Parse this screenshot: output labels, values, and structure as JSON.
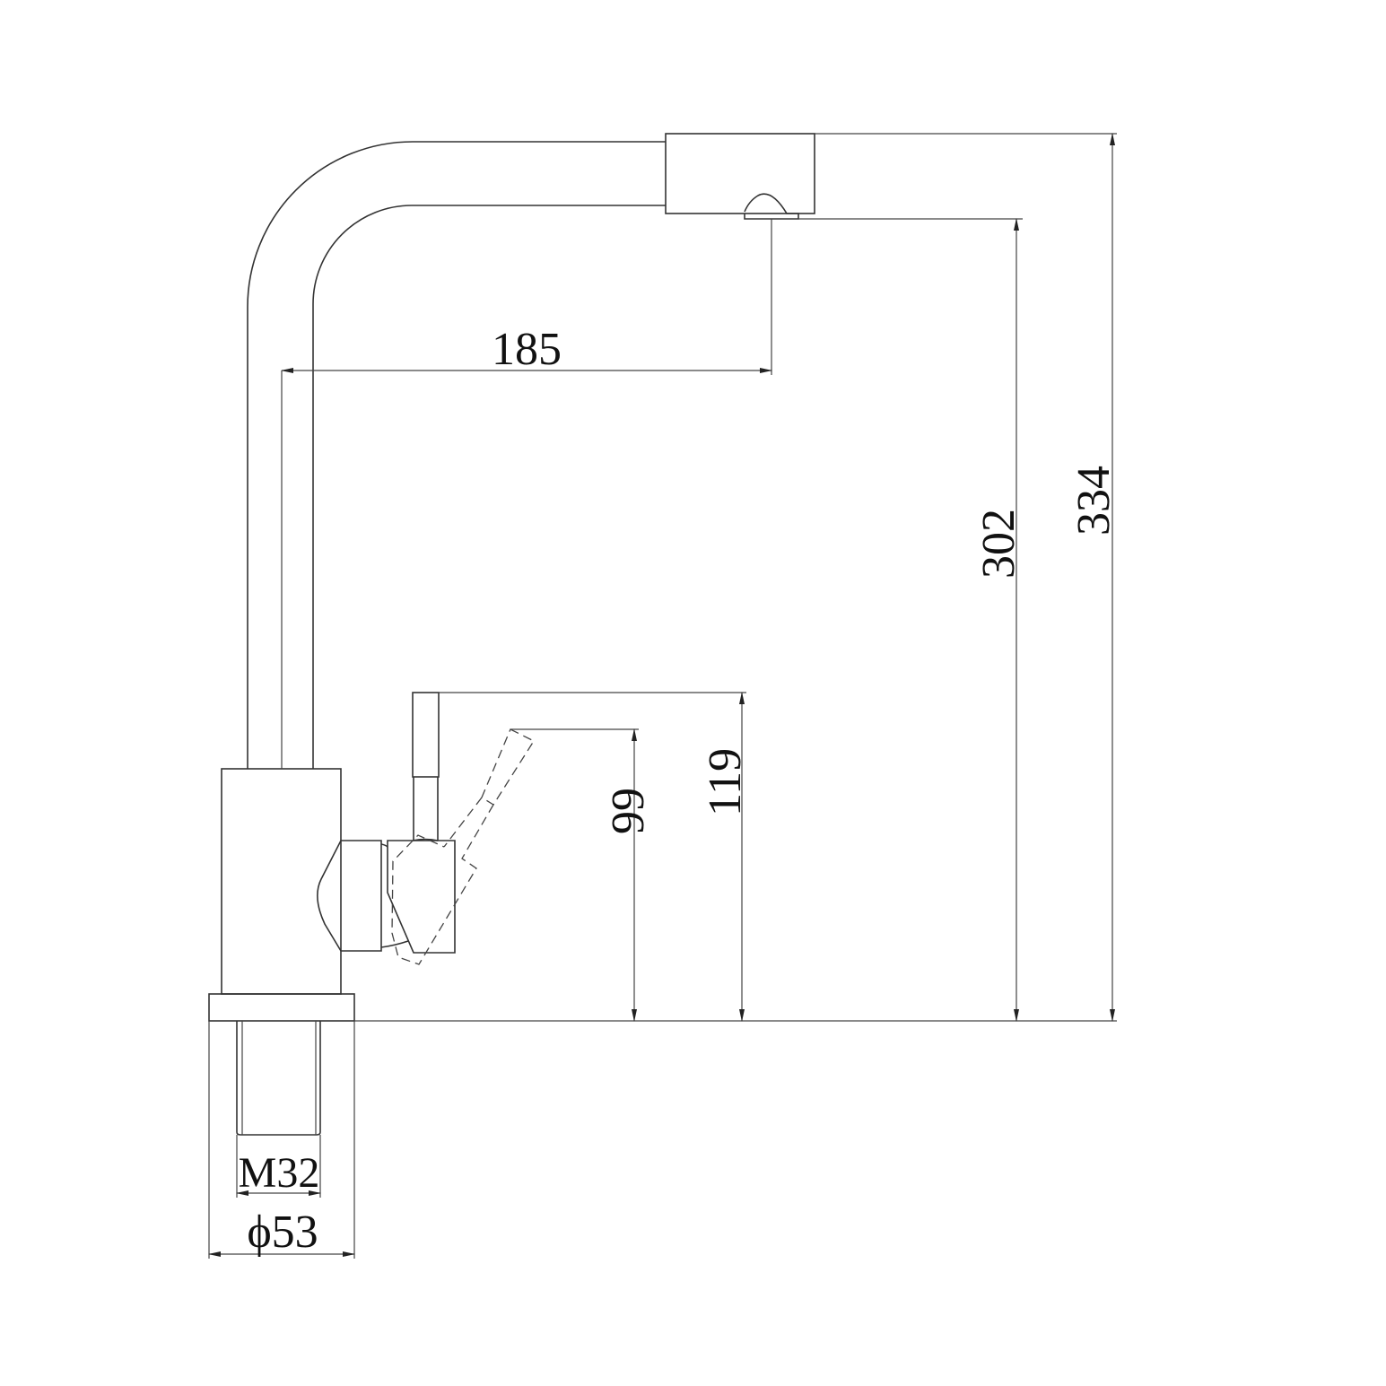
{
  "drawing": {
    "dimensions": {
      "spout_reach": "185",
      "aerator_height": "302",
      "total_height": "334",
      "handle_height": "99",
      "lever_top_height": "119",
      "thread": "M32",
      "base_diameter": "ϕ53"
    },
    "line_color": "#333333",
    "background": "#ffffff"
  }
}
